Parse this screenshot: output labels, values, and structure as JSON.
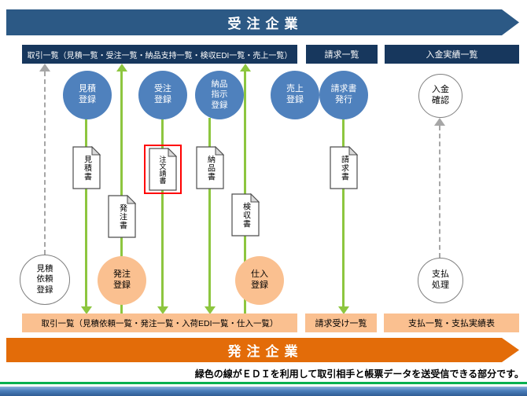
{
  "banners": {
    "receiving": "受注企業",
    "ordering": "発注企業"
  },
  "receiving_lists": [
    {
      "label": "取引一覧（見積一覧・受注一覧・納品支持一覧・検収EDI一覧・売上一覧）"
    },
    {
      "label": "請求一覧"
    },
    {
      "label": "入金実績一覧"
    }
  ],
  "receiving_processes": [
    {
      "label": "見積\n登録"
    },
    {
      "label": "受注\n登録"
    },
    {
      "label": "納品\n指示\n登録"
    },
    {
      "label": "売上\n登録"
    },
    {
      "label": "請求書\n発行"
    },
    {
      "label": "入金\n確認"
    }
  ],
  "documents": [
    {
      "label": "見積書",
      "highlighted": false
    },
    {
      "label": "発注書",
      "highlighted": false
    },
    {
      "label": "注文請書",
      "highlighted": true
    },
    {
      "label": "納品書",
      "highlighted": false
    },
    {
      "label": "検収書",
      "highlighted": false
    },
    {
      "label": "請求書",
      "highlighted": false
    }
  ],
  "ordering_processes": [
    {
      "label": "見積\n依頼\n登録"
    },
    {
      "label": "発注\n登録"
    },
    {
      "label": "仕入\n登録"
    },
    {
      "label": "支払\n処理"
    }
  ],
  "ordering_lists": [
    {
      "label": "取引一覧（見積依頼一覧・発注一覧・入荷EDI一覧・仕入一覧）"
    },
    {
      "label": "請求受け一覧"
    },
    {
      "label": "支払一覧・支払実績表"
    }
  ],
  "footer_note": "緑色の線がＥＤＩを利用して取引相手と帳票データを送受信できる部分です。",
  "colors": {
    "banner_blue": "#2C5985",
    "receiving_navy": "#17375D",
    "process_blue": "#4F81BD",
    "ordering_orange": "#FAC090",
    "banner_orange": "#E36C09",
    "edi_green": "#8DC63F",
    "dashed_gray": "#A6A6A6",
    "highlight_red": "#FF0000",
    "footer_green": "#00B050"
  }
}
